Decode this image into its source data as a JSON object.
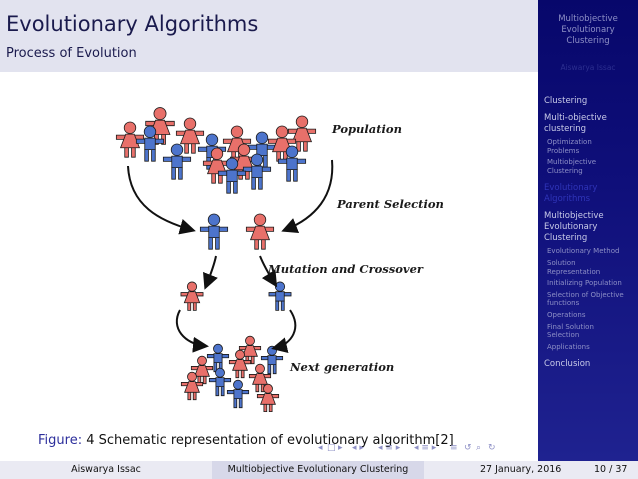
{
  "header": {
    "title": "Evolutionary Algorithms",
    "subtitle": "Process of Evolution"
  },
  "sidebar": {
    "title_lines": [
      "Multiobjective",
      "Evolutionary",
      "Clustering"
    ],
    "author": "Aiswarya Issac",
    "sections": [
      {
        "label_lines": [
          "Clustering"
        ],
        "active": false,
        "subs": []
      },
      {
        "label_lines": [
          "Multi-objective",
          "clustering"
        ],
        "active": false,
        "subs": [
          [
            "Optimization",
            "Problems"
          ],
          [
            "Multiobjective",
            "Clustering"
          ]
        ]
      },
      {
        "label_lines": [
          "Evolutionary",
          "Algorithms"
        ],
        "active": true,
        "subs": []
      },
      {
        "label_lines": [
          "Multiobjective",
          "Evolutionary",
          "Clustering"
        ],
        "active": false,
        "subs": [
          [
            "Evolutionary Method"
          ],
          [
            "Solution",
            "Representation"
          ],
          [
            "Initializing Population"
          ],
          [
            "Selection of Objective",
            "functions"
          ],
          [
            "Operations"
          ],
          [
            "Final Solution",
            "Selection"
          ],
          [
            "Applications"
          ]
        ]
      },
      {
        "label_lines": [
          "Conclusion"
        ],
        "active": false,
        "subs": []
      }
    ]
  },
  "figure": {
    "labels": {
      "population": "Population",
      "parent_selection": "Parent Selection",
      "mutation": "Mutation and Crossover",
      "next_generation": "Next generation"
    },
    "colors": {
      "female": "#e8706a",
      "male": "#4d74cc",
      "outline": "#1a1a1a"
    }
  },
  "caption": {
    "prefix": "Figure:",
    "text": "4 Schematic representation of evolutionary algorithm[2]"
  },
  "footer": {
    "author": "Aiswarya Issac",
    "title": "Multiobjective Evolutionary Clustering",
    "date": "27 January, 2016",
    "page": "10 / 37"
  },
  "nav_icons": [
    "nav-left-arrow-icon",
    "frame-icon",
    "nav-right-arrow-icon",
    "subsection-icon",
    "section-icon",
    "align-icon",
    "search-back-icon",
    "search-icon"
  ]
}
